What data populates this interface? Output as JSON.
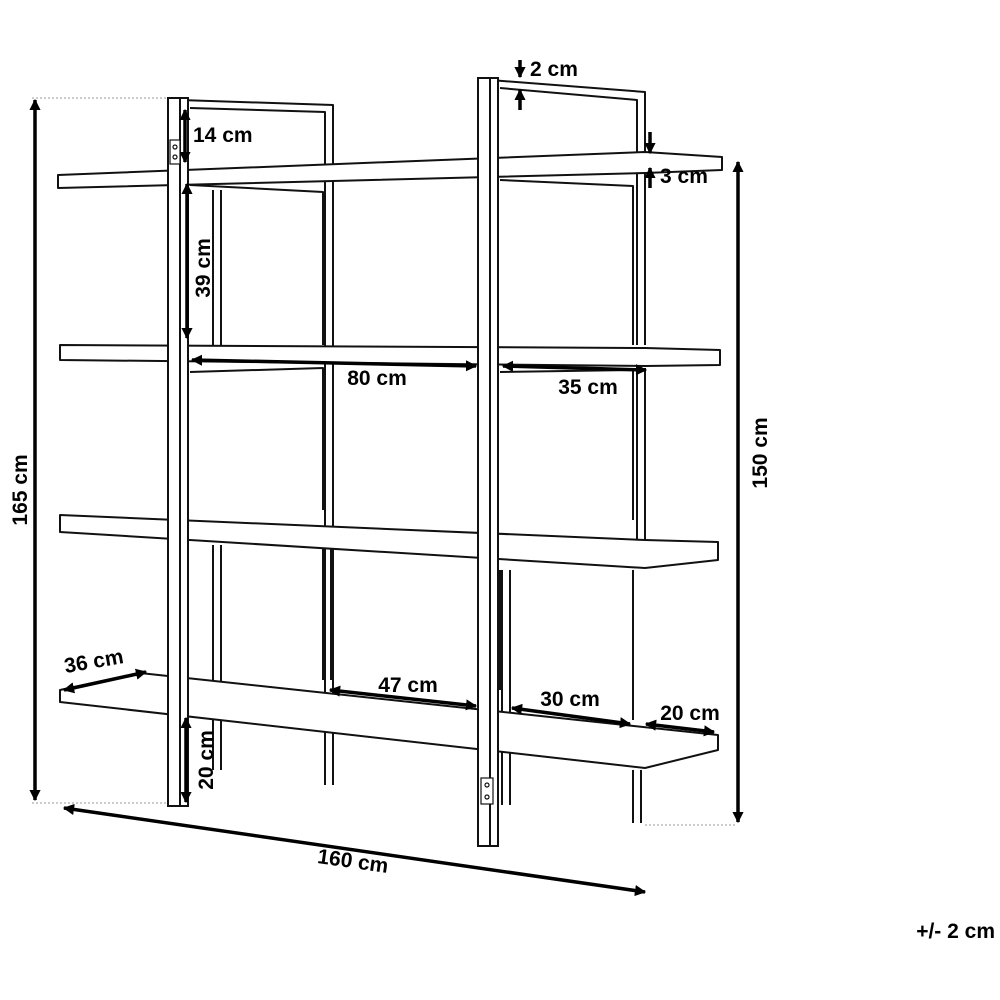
{
  "dimensions": {
    "total_height": "165 cm",
    "frame_height": "150 cm",
    "total_width": "160 cm",
    "top_gap": "14 cm",
    "shelf_spacing": "39 cm",
    "bottom_clearance": "20 cm",
    "frame_top": "2 cm",
    "shelf_thickness": "3 cm",
    "left_section_width": "80 cm",
    "right_section_width": "35 cm",
    "shelf_depth": "36 cm",
    "left_depth": "47 cm",
    "right_depth": "30 cm",
    "overhang": "20 cm"
  },
  "tolerance": "+/- 2 cm"
}
